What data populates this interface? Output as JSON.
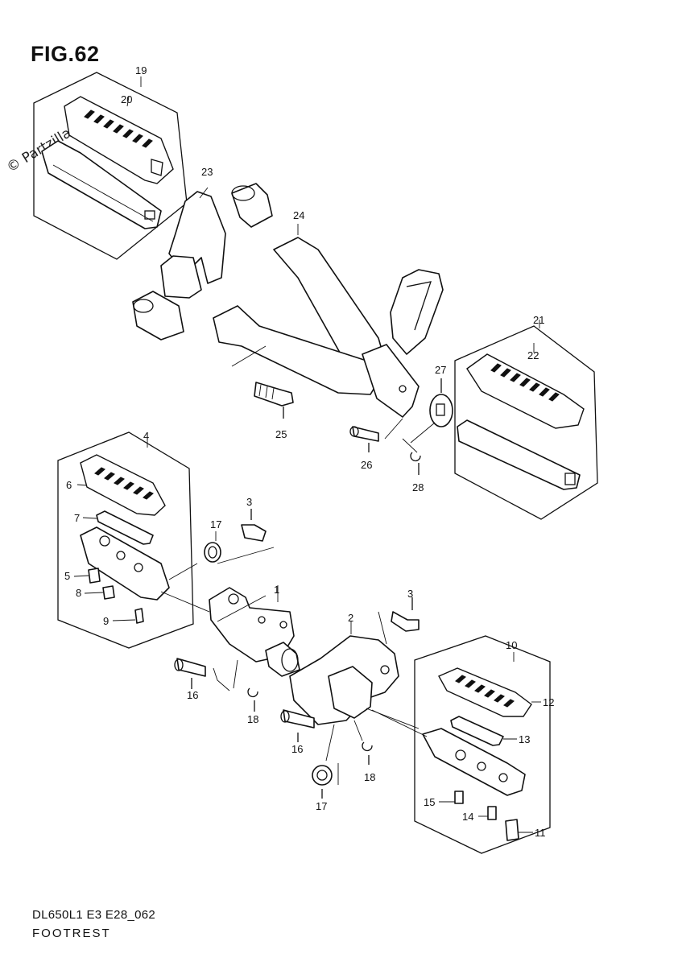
{
  "figure": {
    "title": "FIG.62",
    "watermark": "© Partzilla.com",
    "footer_code": "DL650L1 E3 E28_062",
    "footer_name": "FOOTREST"
  },
  "callouts": [
    {
      "id": "c1",
      "label": "1"
    },
    {
      "id": "c2",
      "label": "2"
    },
    {
      "id": "c3a",
      "label": "3"
    },
    {
      "id": "c3b",
      "label": "3"
    },
    {
      "id": "c4",
      "label": "4"
    },
    {
      "id": "c5",
      "label": "5"
    },
    {
      "id": "c6",
      "label": "6"
    },
    {
      "id": "c7",
      "label": "7"
    },
    {
      "id": "c8",
      "label": "8"
    },
    {
      "id": "c9",
      "label": "9"
    },
    {
      "id": "c10",
      "label": "10"
    },
    {
      "id": "c11",
      "label": "11"
    },
    {
      "id": "c12",
      "label": "12"
    },
    {
      "id": "c13",
      "label": "13"
    },
    {
      "id": "c14",
      "label": "14"
    },
    {
      "id": "c15",
      "label": "15"
    },
    {
      "id": "c16a",
      "label": "16"
    },
    {
      "id": "c16b",
      "label": "16"
    },
    {
      "id": "c17a",
      "label": "17"
    },
    {
      "id": "c17b",
      "label": "17"
    },
    {
      "id": "c18a",
      "label": "18"
    },
    {
      "id": "c18b",
      "label": "18"
    },
    {
      "id": "c19",
      "label": "19"
    },
    {
      "id": "c20",
      "label": "20"
    },
    {
      "id": "c21",
      "label": "21"
    },
    {
      "id": "c22",
      "label": "22"
    },
    {
      "id": "c23",
      "label": "23"
    },
    {
      "id": "c24",
      "label": "24"
    },
    {
      "id": "c25",
      "label": "25"
    },
    {
      "id": "c26",
      "label": "26"
    },
    {
      "id": "c27",
      "label": "27"
    },
    {
      "id": "c28",
      "label": "28"
    }
  ]
}
